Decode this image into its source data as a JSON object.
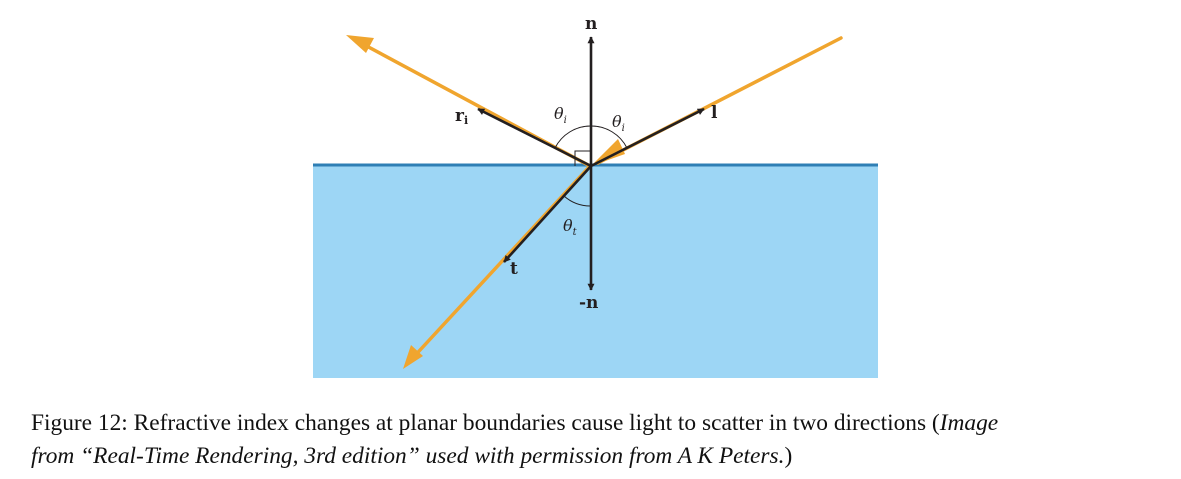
{
  "diagram": {
    "labels": {
      "normal": "n",
      "neg_normal": "-n",
      "reflected": "r",
      "reflected_sub": "i",
      "light": "l",
      "transmitted": "t"
    },
    "angles": {
      "incident_left": "θ",
      "incident_left_sub": "i",
      "incident_right": "θ",
      "incident_right_sub": "i",
      "transmitted": "θ",
      "transmitted_sub": "t"
    },
    "colors": {
      "medium": "#9dd6f5",
      "surface": "#2f7fb5",
      "ray": "#f0a52e",
      "vector": "#231f20"
    }
  },
  "caption": {
    "prefix": "Figure 12: Refractive index changes at planar boundaries cause light to scatter in two directions (",
    "credit_line1": "Image",
    "credit_line2": "from “Real-Time Rendering, 3rd edition” used with permission from A K Peters.",
    "suffix": ")"
  }
}
